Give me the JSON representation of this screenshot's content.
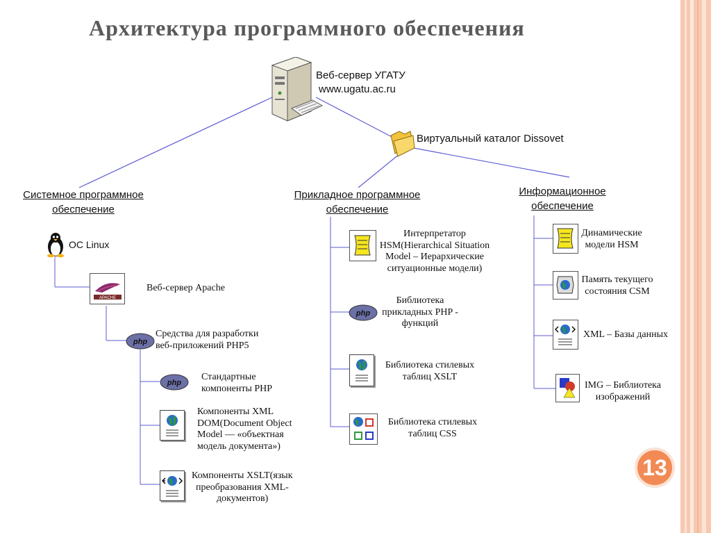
{
  "slide": {
    "title": "Архитектура программного обеспечения",
    "page_number": "13",
    "accent": "#f28a55"
  },
  "server": {
    "line1": "Веб-сервер УГАТУ",
    "line2": "www.ugatu.ac.ru",
    "icon": "server-icon"
  },
  "catalog": {
    "label": "Виртуальный каталог Dissovet",
    "icon": "folder-icon"
  },
  "system": {
    "heading1": "Системное программное",
    "heading2": "обеспечение",
    "items": [
      {
        "label": "ОС Linux",
        "icon": "linux-penguin-icon"
      },
      {
        "label": "Веб-сервер Apache",
        "icon": "apache-feather-icon"
      },
      {
        "label1": "Средства для разработки",
        "label2": "веб-приложений PHP5",
        "icon": "php-icon"
      },
      {
        "label1": "Стандартные",
        "label2": "компоненты PHP",
        "icon": "php-icon"
      },
      {
        "label1": "Компоненты XML",
        "label2": "DOM(Document Object",
        "label3": "Model — «объектная",
        "label4": "модель документа»)",
        "icon": "xml-document-icon"
      },
      {
        "label1": "Компоненты XSLT(язык",
        "label2": "преобразования XML-",
        "label3": "документов)",
        "icon": "xslt-document-icon"
      }
    ]
  },
  "applied": {
    "heading1": "Прикладное программное",
    "heading2": "обеспечение",
    "items": [
      {
        "label1": "Интерпретатор",
        "label2": "HSM(Hierarchical Situation",
        "label3": "Model – Иерархические",
        "label4": "ситуационные модели)",
        "icon": "scroll-icon"
      },
      {
        "label1": "Библиотека",
        "label2": "прикладных PHP -",
        "label3": "функций",
        "icon": "php-icon"
      },
      {
        "label1": "Библиотека стилевых",
        "label2": "таблиц XSLT",
        "icon": "xslt-document-icon"
      },
      {
        "label1": "Библиотека стилевых",
        "label2": "таблиц CSS",
        "icon": "css-document-icon"
      }
    ]
  },
  "info": {
    "heading1": "Информационное",
    "heading2": "обеспечение",
    "items": [
      {
        "label1": "Динамические",
        "label2": "модели HSM",
        "icon": "scroll-icon"
      },
      {
        "label1": "Память текущего",
        "label2": "состояния CSM",
        "icon": "memory-globe-icon"
      },
      {
        "label1": "XML – Базы данных",
        "icon": "xml-database-icon"
      },
      {
        "label1": "IMG – Библиотека",
        "label2": "изображений",
        "icon": "image-library-icon"
      }
    ]
  }
}
